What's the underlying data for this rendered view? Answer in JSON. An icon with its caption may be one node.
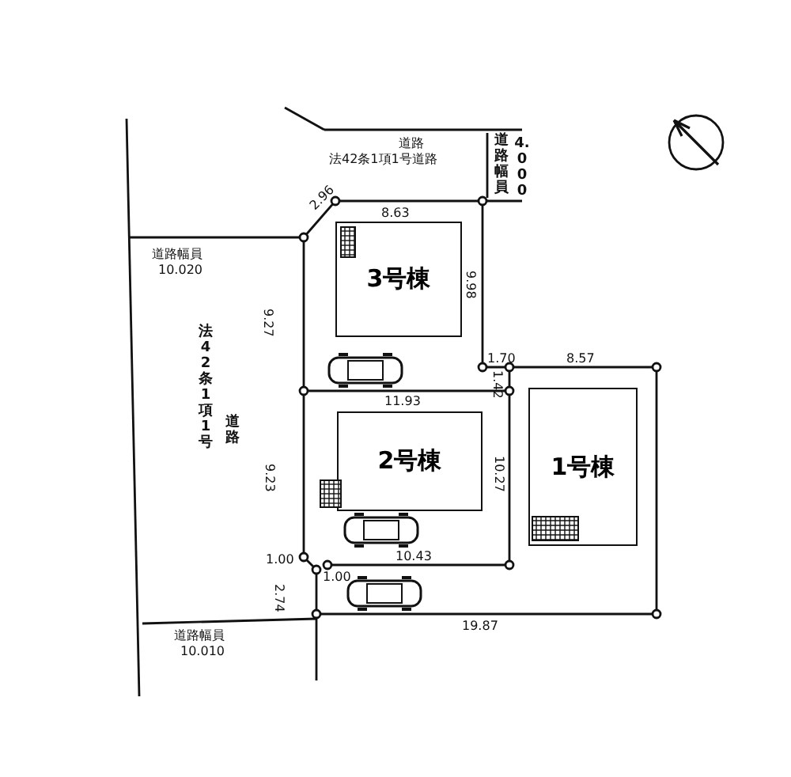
{
  "diagram": {
    "nodes": [
      {
        "text": [
          "3号棟"
        ]
      },
      {
        "text": [
          "2号棟"
        ]
      },
      {
        "text": [
          "1号棟"
        ]
      }
    ],
    "labels": [
      "道路",
      "法42条1項1号道路",
      "道路幅員",
      "4.000",
      "2.96",
      "8.63",
      "道路幅員",
      "10.020",
      "9.98",
      "9.27",
      "法42条1項1号",
      "道路",
      "1.70",
      "8.57",
      "1.42",
      "11.93",
      "9.23",
      "10.27",
      "1.00",
      "1.00",
      "10.43",
      "2.74",
      "19.87",
      "道路幅員",
      "10.010"
    ]
  }
}
